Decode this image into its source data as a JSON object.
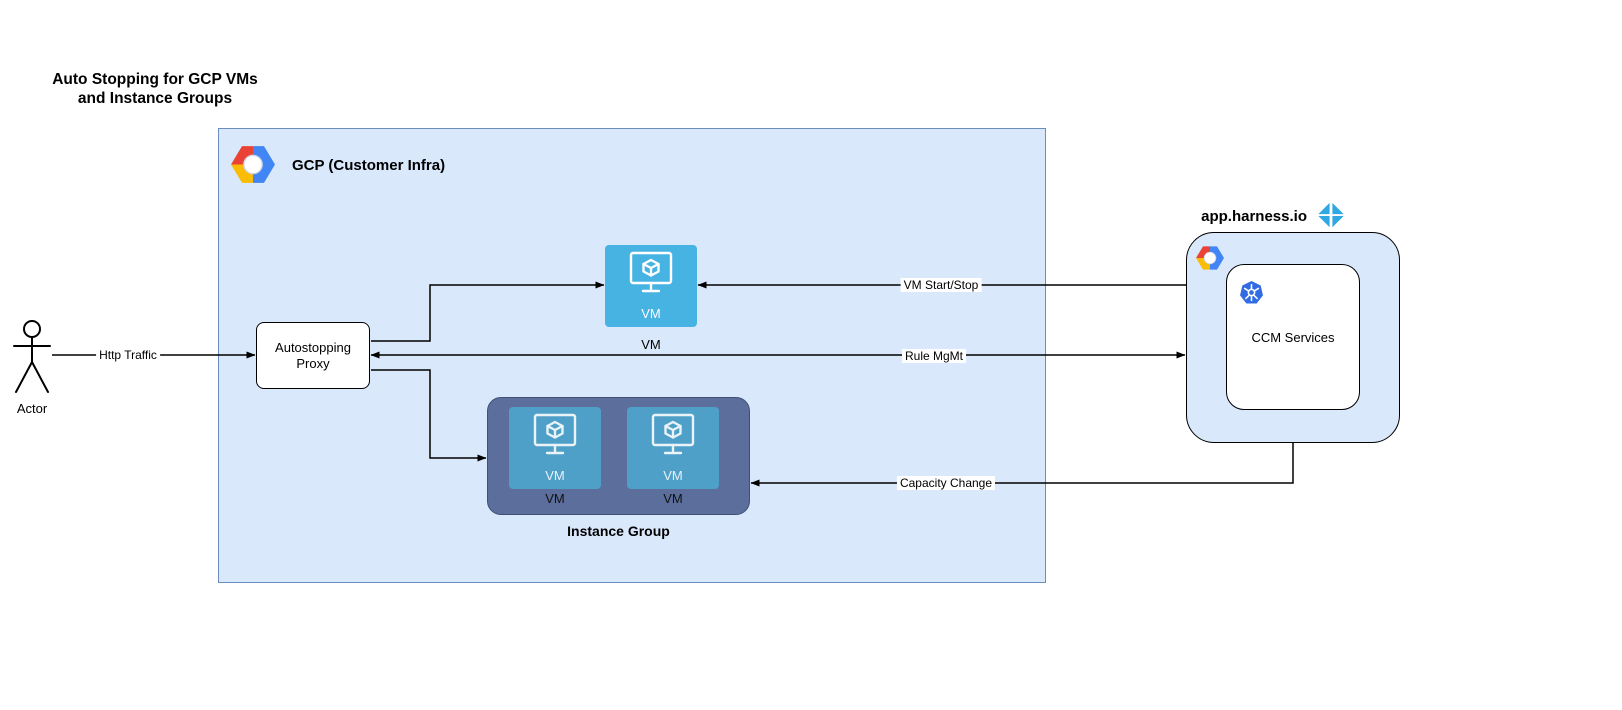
{
  "title": {
    "line1": "Auto Stopping for GCP VMs",
    "line2": "and Instance Groups"
  },
  "actor": {
    "label": "Actor"
  },
  "gcp": {
    "label": "GCP (Customer Infra)"
  },
  "proxy": {
    "label": "Autostopping Proxy"
  },
  "vm": {
    "icon_text": "VM",
    "caption": "VM"
  },
  "instance_group": {
    "caption": "Instance Group",
    "vm1": {
      "icon_text": "VM",
      "caption": "VM"
    },
    "vm2": {
      "icon_text": "VM",
      "caption": "VM"
    }
  },
  "harness": {
    "domain": "app.harness.io",
    "ccm": "CCM Services"
  },
  "edges": {
    "http_traffic": "Http Traffic",
    "vm_start_stop": "VM Start/Stop",
    "rule_mgmt": "Rule MgMt",
    "capacity_change": "Capacity Change"
  },
  "icons": {
    "gcp-logo-icon": "google-cloud-hexagon",
    "harness-logo-icon": "harness-diamond",
    "kubernetes-icon": "kubernetes-helm-wheel",
    "vm-monitor-icon": "monitor-with-cube",
    "actor-icon": "stick-figure"
  },
  "colors": {
    "gcp_box_fill": "#dae8fc",
    "gcp_box_border": "#6c8ebf",
    "vm_tile_blue": "#47b3e3",
    "instance_group_fill": "#5b6e9c",
    "instance_group_border": "#404f74",
    "harness_box_fill": "#dae8fc",
    "harness_blue": "#2fa8e1",
    "kubernetes_blue": "#326ce5",
    "google_red": "#ea4335",
    "google_yellow": "#fbbc05",
    "google_blue": "#4285f4",
    "edge_stroke": "#000000"
  }
}
